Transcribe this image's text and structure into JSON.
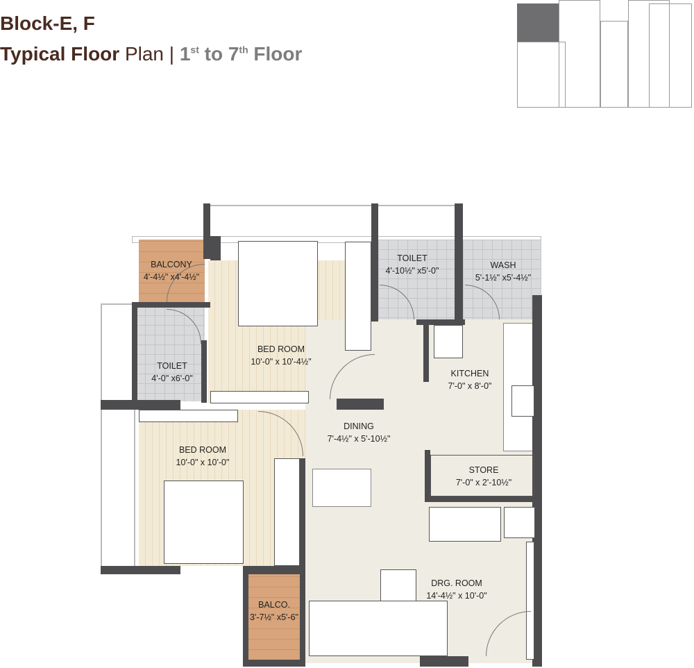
{
  "header": {
    "line1": "Block-E, F",
    "line2_bold": "Typical Floor",
    "line2_light": "Plan |",
    "floor_from": "1",
    "floor_from_sup": "st",
    "floor_to_prefix": "to 7",
    "floor_to_sup": "th",
    "floor_suffix": "Floor"
  },
  "rooms": [
    {
      "name": "BALCONY",
      "size": "4'-4½\" x4'-4½\""
    },
    {
      "name": "BED ROOM",
      "size": "10'-0\" x 10'-4½\""
    },
    {
      "name": "TOILET",
      "size": "4'-10½\" x5'-0\""
    },
    {
      "name": "WASH",
      "size": "5'-1½\" x5'-4½\""
    },
    {
      "name": "TOILET",
      "size": "4'-0\" x6'-0\""
    },
    {
      "name": "KITCHEN",
      "size": "7'-0\" x 8'-0\""
    },
    {
      "name": "DINING",
      "size": "7'-4½\" x 5'-10½\""
    },
    {
      "name": "BED ROOM",
      "size": "10'-0\" x 10'-0\""
    },
    {
      "name": "STORE",
      "size": "7'-0\" x 2'-10½\""
    },
    {
      "name": "DRG. ROOM",
      "size": "14'-4½\" x 10'-0\""
    },
    {
      "name": "BALCO.",
      "size": "3'-7½\" x5'-6\""
    }
  ],
  "colors": {
    "title": "#4a2a20",
    "wall": "#4d4d4f",
    "balcony": "#d7a47b",
    "floor_wood": "#f3ead6",
    "tile": "#d9dadc"
  }
}
